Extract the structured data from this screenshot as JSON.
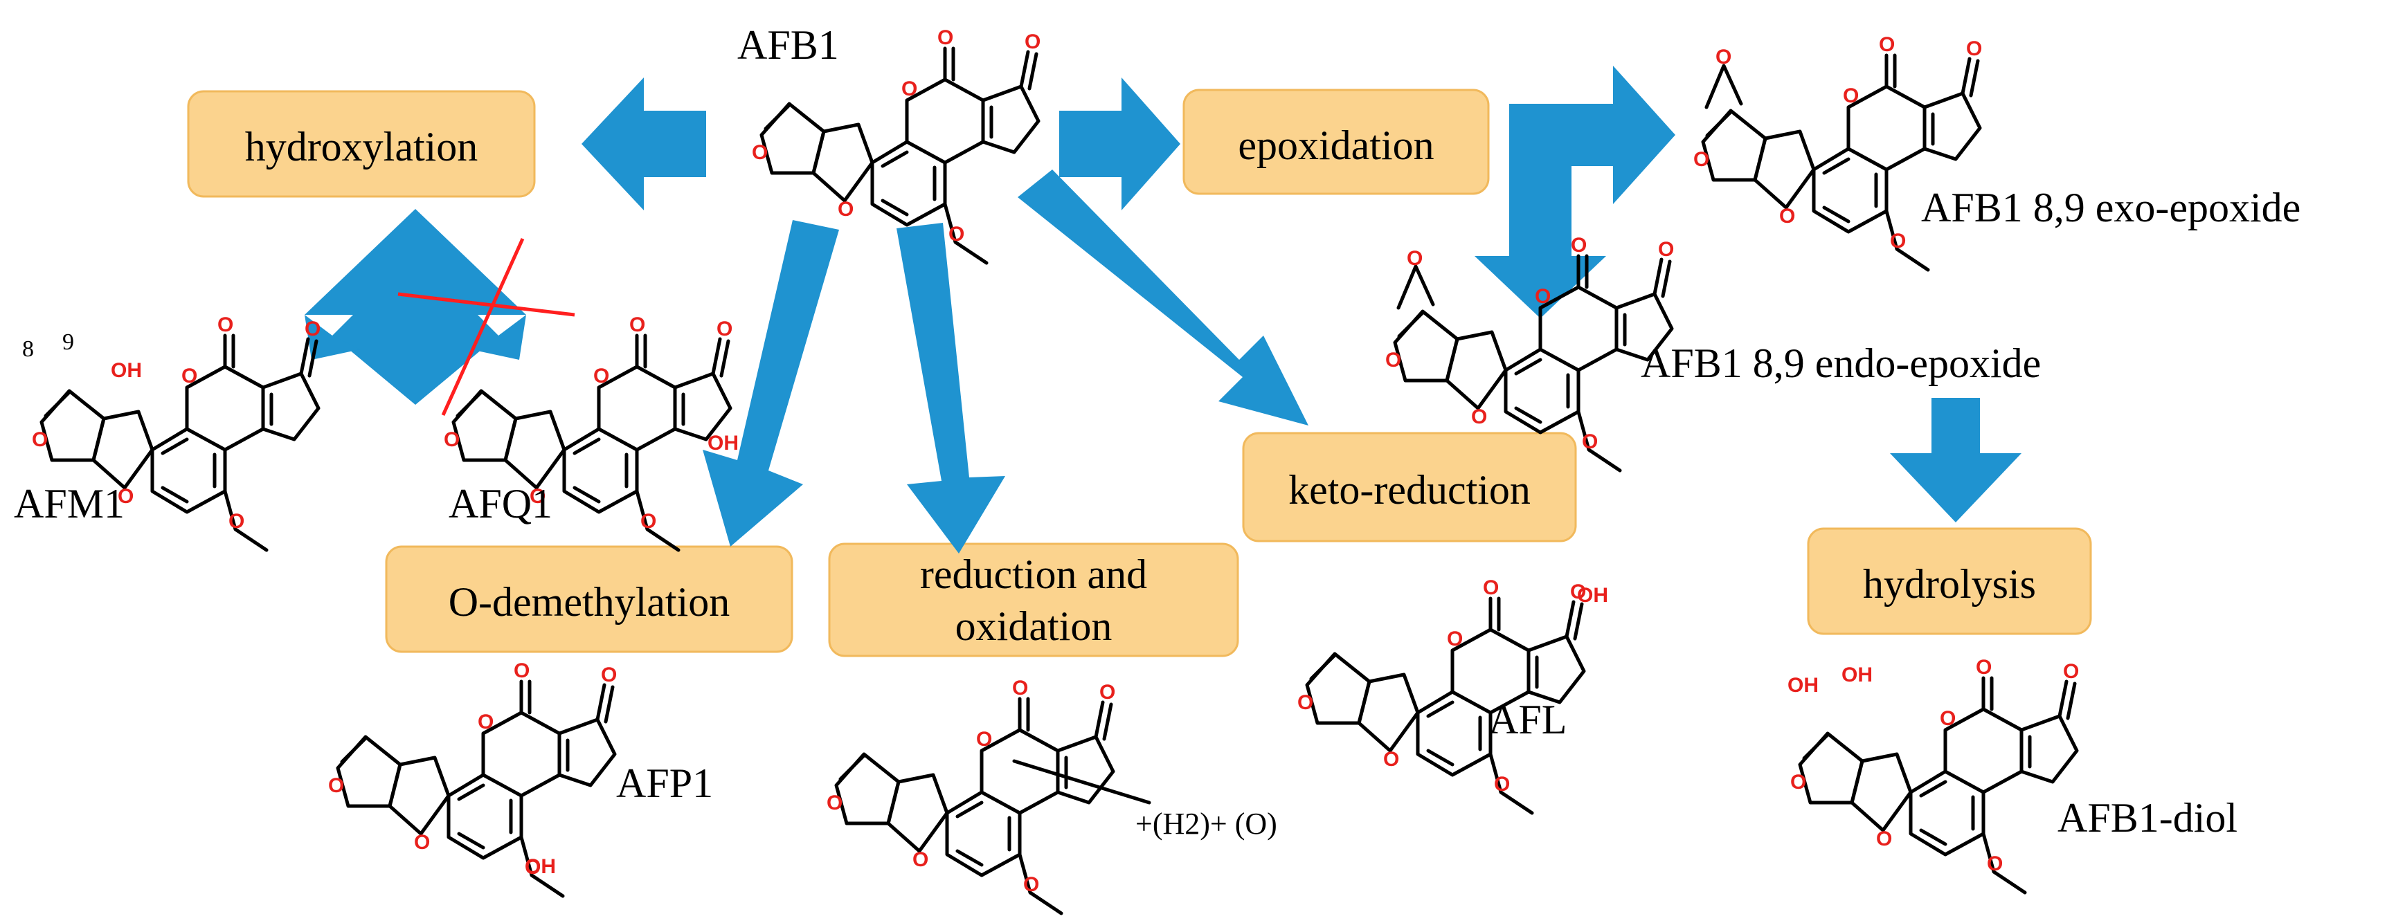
{
  "colors": {
    "box_fill": "#fbd38e",
    "box_border": "#f1b95c",
    "arrow": "#1f93d0",
    "heteroatom": "#e8201c",
    "strike": "#ff1f1f"
  },
  "parent": {
    "label": "AFB1"
  },
  "processes": {
    "hydroxylation": "hydroxylation",
    "epoxidation": "epoxidation",
    "odemethylation": "O-demethylation",
    "redox_line1": "reduction and",
    "redox_line2": "oxidation",
    "ketoreduction": "keto-reduction",
    "hydrolysis": "hydrolysis"
  },
  "products": {
    "afm1": "AFM1",
    "afq1": "AFQ1",
    "afp1": "AFP1",
    "afl": "AFL",
    "exo": "AFB1 8,9 exo-epoxide",
    "endo": "AFB1 8,9 endo-epoxide",
    "diol": "AFB1-diol",
    "redox_formula": "+(H2)+ (O)"
  },
  "atoms": {
    "O": "O",
    "OH": "OH",
    "pos8": "8",
    "pos9": "9"
  }
}
